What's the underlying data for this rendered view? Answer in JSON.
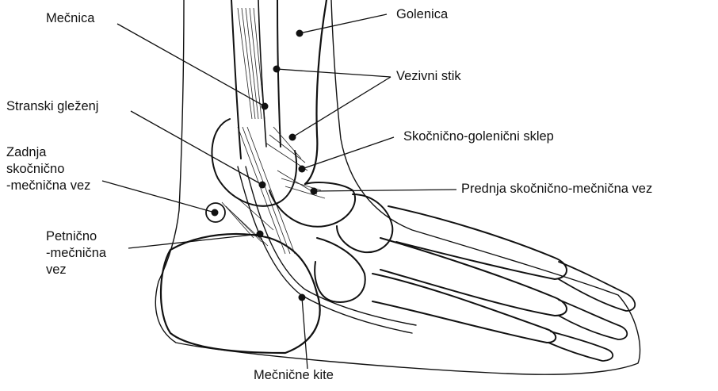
{
  "labels": {
    "mecnica": "Mečnica",
    "golenica": "Golenica",
    "vezivni_stik": "Vezivni stik",
    "stranski_glezenj": "Stranski gleženj",
    "skocnicno_golenicni_sklep": "Skočnično-golenični sklep",
    "zadnja_vez": [
      "Zadnja",
      "skočnično",
      "-mečnična vez"
    ],
    "prednja_vez": "Prednja skočnično-mečnična  vez",
    "petnicno_vez": [
      "Petnično",
      "-mečnična",
      "vez"
    ],
    "mecnicne_kite": "Mečnične kite"
  }
}
